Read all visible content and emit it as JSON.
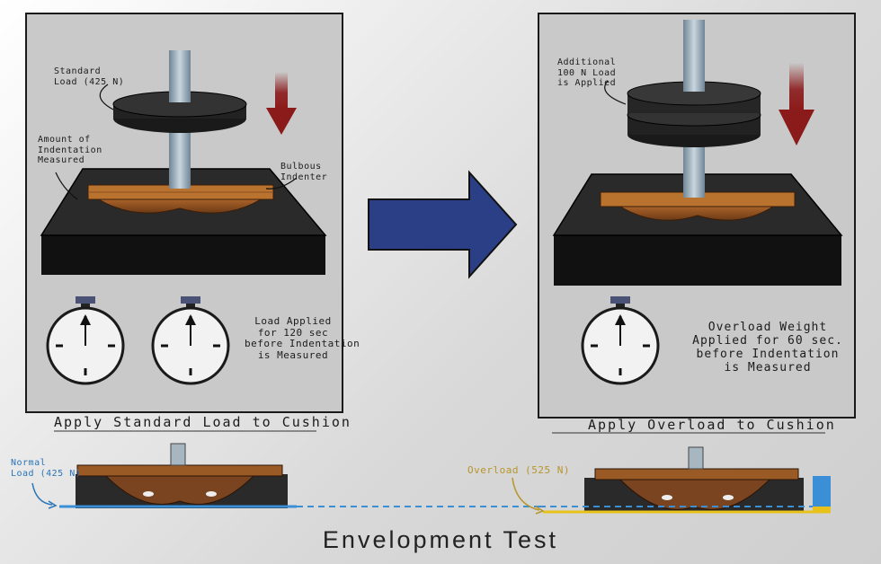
{
  "title": "Envelopment Test",
  "left_panel": {
    "standard_load_label": "Standard\nLoad (425 N)",
    "indentation_label": "Amount of\nIndentation\nMeasured",
    "indenter_label": "Bulbous\nIndenter",
    "timing_note": "Load Applied\nfor 120 sec\nbefore Indentation\nis Measured",
    "caption": "Apply Standard Load to Cushion"
  },
  "right_panel": {
    "additional_load_label": "Additional\n100 N Load\nis Applied",
    "timing_note": "Overload Weight\nApplied for 60 sec.\nbefore Indentation\nis Measured",
    "caption": "Apply Overload to Cushion"
  },
  "bottom": {
    "normal_load_label": "Normal\nLoad (425 N)",
    "overload_label": "Overload (525 N)"
  },
  "colors": {
    "arrow_blue": "#2b3f86",
    "down_arrow_red": "#8b1a1a",
    "normal_line": "#3a8fd6",
    "overload_line": "#e8c21a",
    "wood": "#8a4f22"
  },
  "icons": [
    "stopwatch-icon",
    "down-arrow-icon",
    "right-arrow-icon"
  ]
}
